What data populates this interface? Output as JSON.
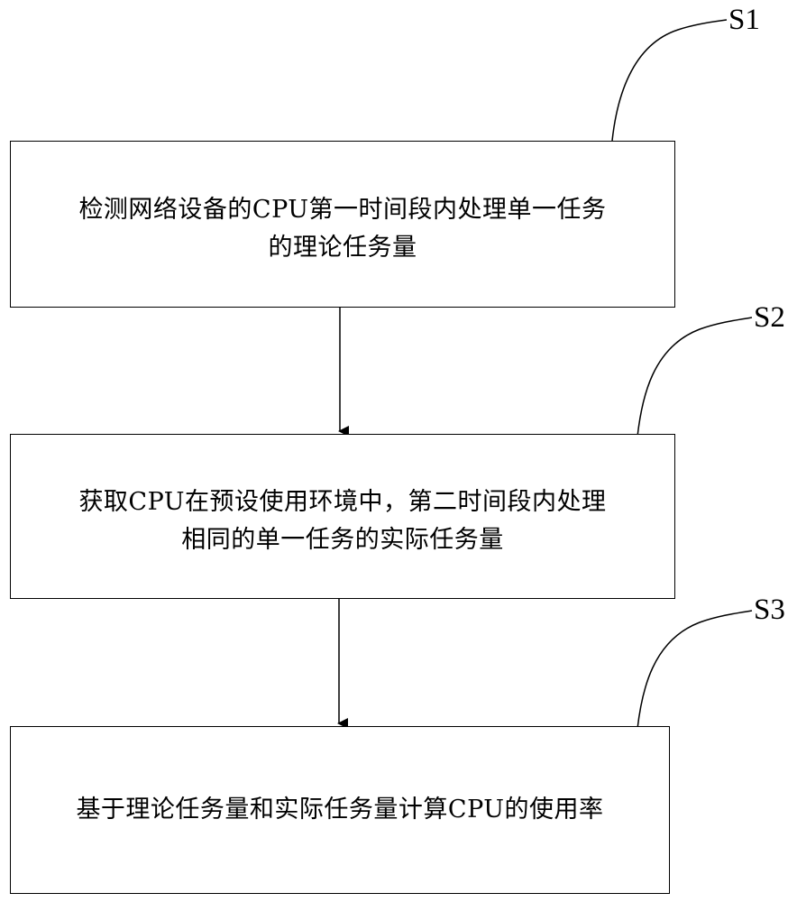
{
  "steps": [
    {
      "id": "S1",
      "label": "S1",
      "text": "检测网络设备的CPU第一时间段内处理单一任务\n的理论任务量"
    },
    {
      "id": "S2",
      "label": "S2",
      "text": "获取CPU在预设使用环境中，第二时间段内处理\n相同的单一任务的实际任务量"
    },
    {
      "id": "S3",
      "label": "S3",
      "text": "基于理论任务量和实际任务量计算CPU的使用率"
    }
  ],
  "colors": {
    "stroke": "#000000",
    "background": "#ffffff"
  }
}
